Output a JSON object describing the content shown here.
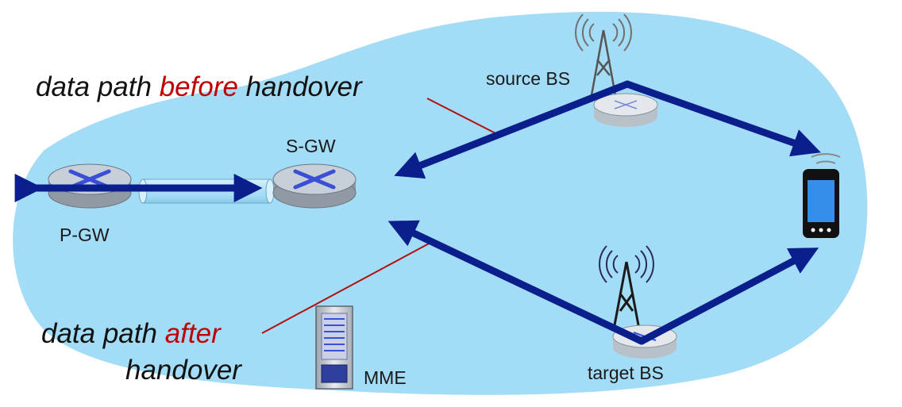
{
  "colors": {
    "cloud": "#a3dcf6",
    "path": "#0b1f8c",
    "callout_line": "#b01010",
    "highlight_text": "#c00000",
    "router_top": "#c7d0d8",
    "router_side": "#8f9aa4",
    "router_arrows": "#3b4fd6"
  },
  "labels": {
    "pgw": "P-GW",
    "sgw": "S-GW",
    "source_bs": "source BS",
    "target_bs": "target BS",
    "mme": "MME"
  },
  "captions": {
    "before": {
      "pre": "data path ",
      "highlight": "before",
      "post": " handover"
    },
    "after": {
      "line1_pre": "data path ",
      "line1_highlight": "after",
      "line2": "handover"
    }
  },
  "icons": {
    "pgw_router": "router-icon",
    "sgw_router": "router-icon",
    "source_bs_tower": "antenna-tower-icon",
    "target_bs_tower": "antenna-tower-icon",
    "mme_server": "server-icon",
    "phone": "smartphone-icon"
  }
}
